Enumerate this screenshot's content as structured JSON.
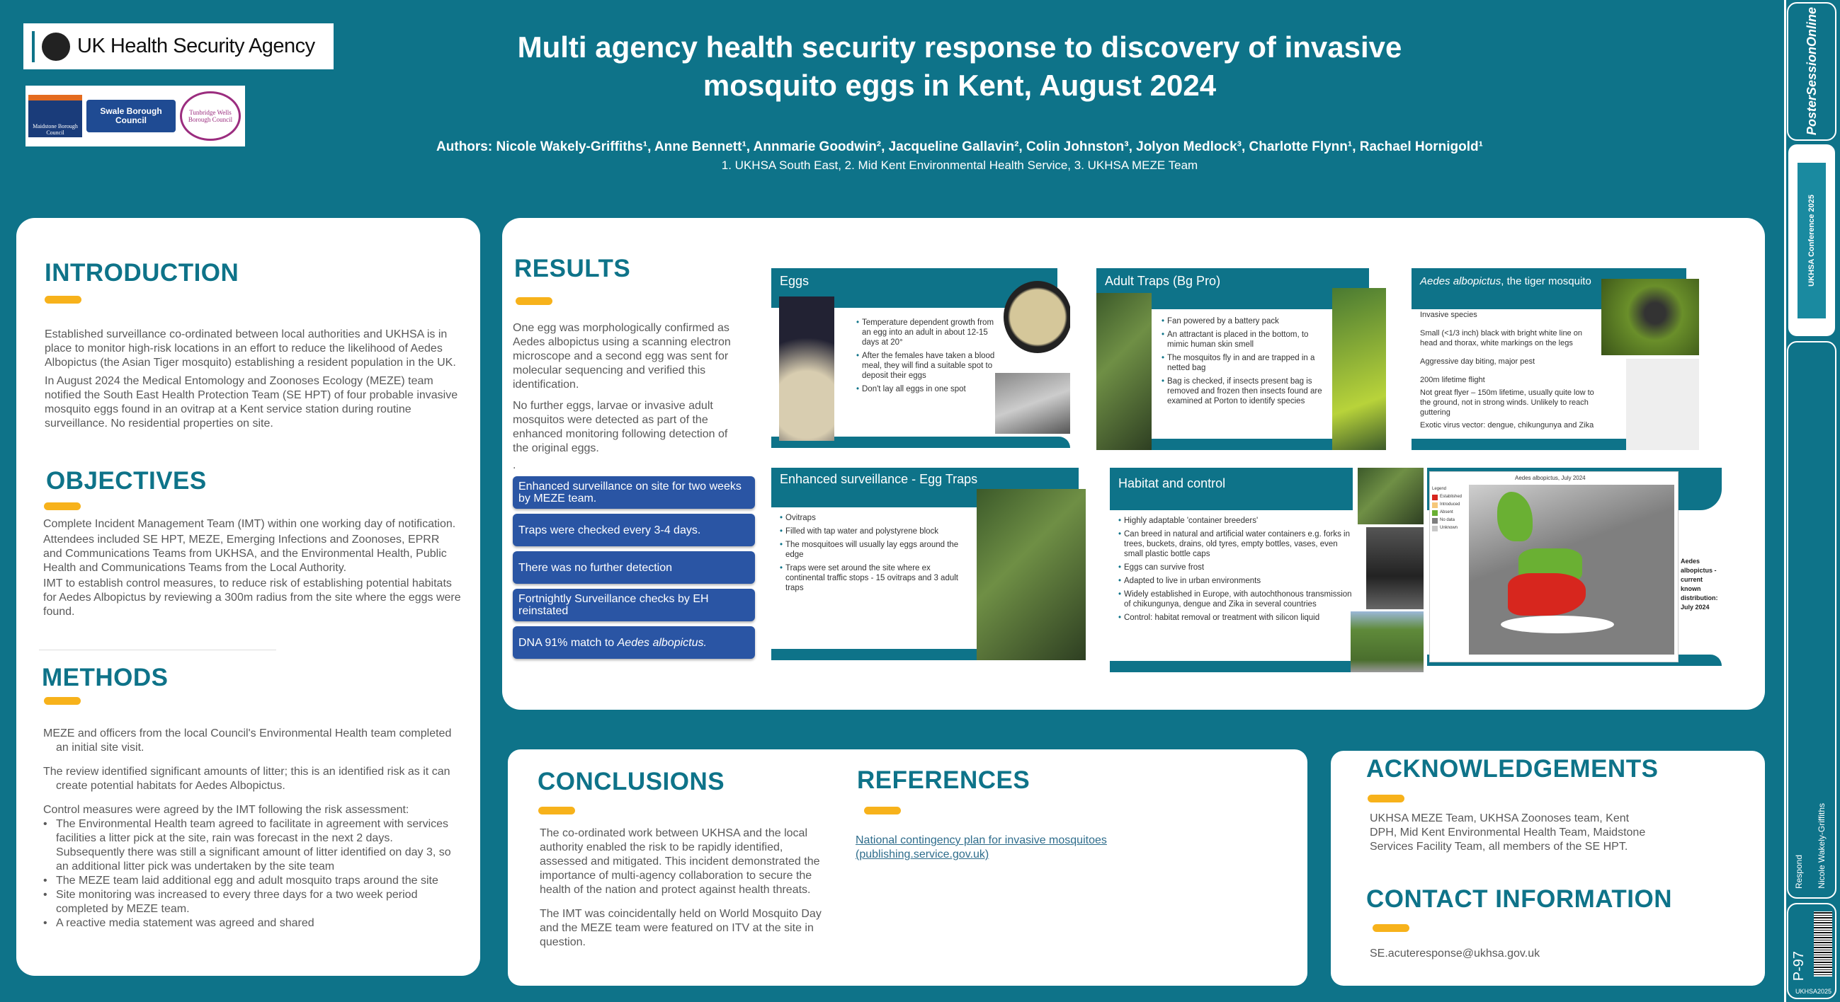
{
  "header": {
    "org_logo_text": "UK Health Security Agency",
    "partner_logos": [
      "Maidstone Borough Council",
      "Swale Borough Council",
      "Tunbridge Wells Borough Council"
    ],
    "title_line1": "Multi agency health security response to discovery of invasive",
    "title_line2": "mosquito eggs in Kent, August 2024",
    "authors": "Authors: Nicole Wakely-Griffiths¹, Anne Bennett¹, Annmarie Goodwin², Jacqueline Gallavin², Colin Johnston³, Jolyon Medlock³, Charlotte Flynn¹, Rachael Hornigold¹",
    "affiliations": "1. UKHSA South East, 2. Mid Kent Environmental Health Service, 3. UKHSA MEZE Team"
  },
  "introduction": {
    "heading": "INTRODUCTION",
    "paragraphs": [
      "Established surveillance co-ordinated between local authorities and UKHSA is in place to monitor high-risk locations in an effort to reduce the likelihood of Aedes Albopictus (the Asian Tiger mosquito) establishing a resident population in the UK.",
      "In August 2024 the Medical Entomology and Zoonoses Ecology (MEZE) team notified the South East Health Protection Team (SE HPT) of four probable invasive mosquito eggs found in an ovitrap at a Kent service station during routine surveillance. No residential properties on site."
    ]
  },
  "objectives": {
    "heading": "OBJECTIVES",
    "paragraphs": [
      "Complete Incident Management Team (IMT) within one working day of notification.",
      "Attendees included SE HPT, MEZE, Emerging Infections and Zoonoses, EPRR and Communications Teams from UKHSA, and the Environmental Health, Public Health and Communications Teams from the Local Authority.",
      "IMT to establish control measures, to reduce risk of establishing potential habitats for Aedes Albopictus by reviewing a 300m radius from the site where the eggs were found."
    ]
  },
  "methods": {
    "heading": "METHODS",
    "paragraphs": [
      "MEZE and officers from the local Council's Environmental Health team completed an initial site visit.",
      "The review identified significant amounts of litter; this is an identified risk as it can create potential habitats for Aedes Albopictus.",
      "Control measures were agreed by the IMT following the risk assessment:"
    ],
    "bullets": [
      "The Environmental Health team agreed to facilitate in agreement with services facilities a litter pick at the site, rain was forecast in the next 2 days. Subsequently there was still a significant amount of litter identified on day 3, so an additional litter pick was undertaken by the site team",
      "The MEZE team laid additional egg and adult mosquito traps around the site",
      "Site monitoring was increased to every three days for a two week period completed by MEZE team.",
      "A reactive media statement was agreed and shared"
    ]
  },
  "results": {
    "heading": "RESULTS",
    "paragraphs": [
      "One egg was morphologically confirmed as Aedes albopictus using a scanning electron microscope and a second egg was sent for molecular sequencing and verified this identification.",
      "No further eggs, larvae or invasive adult mosquitos were detected as part of the enhanced monitoring following detection of the original eggs.",
      "."
    ],
    "boxes": [
      "Enhanced surveillance on site for two weeks by MEZE team.",
      "Traps were checked every 3-4 days.",
      "There was no further detection",
      "Fortnightly Surveillance checks by EH reinstated",
      "DNA 91% match to ",
      "Aedes albopictus."
    ],
    "slides": {
      "eggs": {
        "title": "Eggs",
        "bullets": [
          "Temperature dependent growth from an egg into an adult in about 12-15 days at 20°",
          "After the females have taken a blood meal, they will find a suitable spot to deposit their eggs",
          "Don't lay all eggs in one spot"
        ]
      },
      "traps": {
        "title": "Adult Traps (Bg Pro)",
        "bullets": [
          "Fan powered by a battery pack",
          "An attractant is placed in the bottom, to mimic human skin smell",
          "The mosquitos fly in and are trapped in a netted bag",
          "Bag is checked, if insects present bag is removed and frozen then insects found are examined at Porton to identify species"
        ]
      },
      "tiger": {
        "title_italic": "Aedes albopictus",
        "title_rest": ", the tiger mosquito",
        "lines": [
          "Invasive species",
          "Small (<1/3 inch) black with bright white line on head and thorax, white markings on the legs",
          "Aggressive day biting, major pest",
          "200m lifetime flight",
          "Not great flyer – 150m lifetime, usually quite low to the ground, not in strong winds. Unlikely to reach guttering",
          "Exotic virus vector: dengue, chikungunya and Zika"
        ]
      },
      "eggtraps": {
        "title": "Enhanced surveillance - Egg Traps",
        "bullets": [
          "Ovitraps",
          "Filled with tap water and polystyrene block",
          "The mosquitoes will usually lay eggs around the edge",
          "Traps were set around the site where ex continental traffic stops -  15 ovitraps and 3 adult traps"
        ]
      },
      "habitat": {
        "title": "Habitat and control",
        "bullets": [
          "Highly adaptable 'container breeders'",
          "Can breed in natural and artificial water containers e.g. forks in trees, buckets, drains, old tyres, empty bottles, vases, even small plastic bottle caps",
          "Eggs can survive frost",
          "Adapted to live in urban environments",
          "Widely established in Europe, with autochthonous transmission of chikungunya, dengue and Zika in several countries",
          "Control: habitat removal or treatment with silicon liquid"
        ]
      },
      "map": {
        "map_title": "Aedes albopictus, July 2024",
        "legend_title": "Legend",
        "legend": [
          {
            "label": "Established",
            "color": "#d7261e"
          },
          {
            "label": "Introduced",
            "color": "#f6c77a"
          },
          {
            "label": "Absent",
            "color": "#6ab033"
          },
          {
            "label": "No data",
            "color": "#7f7f7f"
          },
          {
            "label": "Unknown",
            "color": "#c8c8c8"
          }
        ],
        "caption": "Aedes albopictus - current known distribution: July 2024"
      }
    }
  },
  "conclusions": {
    "heading": "CONCLUSIONS",
    "paragraphs": [
      "The co-ordinated work between UKHSA and the local authority enabled the risk to be rapidly identified, assessed and mitigated. This incident demonstrated the importance of multi-agency collaboration to secure the health of the nation and protect against health threats.",
      "The IMT was coincidentally held on World Mosquito Day and the MEZE team were featured on ITV at the site in question."
    ]
  },
  "references": {
    "heading": "REFERENCES",
    "link": "National contingency plan for invasive mosquitoes (publishing.service.gov.uk)"
  },
  "acknowledgements": {
    "heading": "ACKNOWLEDGEMENTS",
    "text": "UKHSA MEZE Team, UKHSA Zoonoses team, Kent DPH, Mid Kent Environmental Health Team, Maidstone Services Facility Team, all members of the SE HPT."
  },
  "contact": {
    "heading": "CONTACT INFORMATION",
    "email": "SE.acuteresponse@ukhsa.gov.uk"
  },
  "sidebar": {
    "brand": "PosterSessionOnline",
    "conference": "UKHSA Conference 2025",
    "respond": "Respond",
    "presenter": "Nicole Wakely-Griffiths",
    "poster_id": "P-97",
    "code": "UKHSA2025"
  },
  "colors": {
    "teal": "#0e7389",
    "accent": "#f7b21b",
    "box_blue": "#2a55a4"
  }
}
